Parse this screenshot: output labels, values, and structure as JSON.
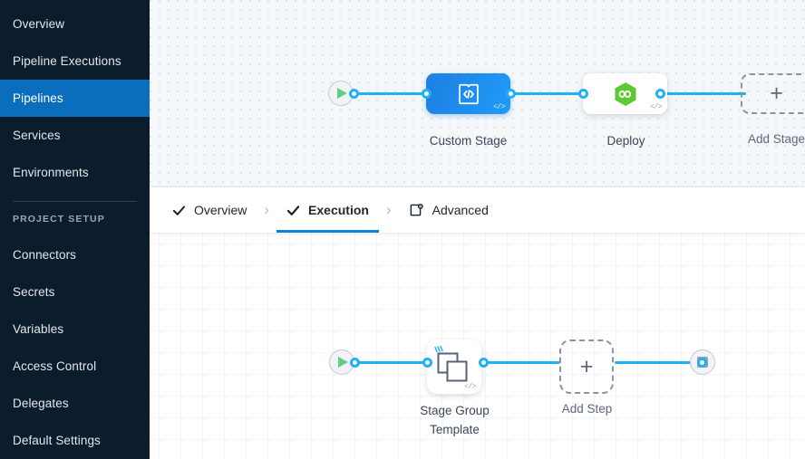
{
  "sidebar": {
    "items": [
      {
        "label": "Overview",
        "name": "overview",
        "active": false
      },
      {
        "label": "Pipeline Executions",
        "name": "pipeline-executions",
        "active": false
      },
      {
        "label": "Pipelines",
        "name": "pipelines",
        "active": true
      },
      {
        "label": "Services",
        "name": "services",
        "active": false
      },
      {
        "label": "Environments",
        "name": "environments",
        "active": false
      }
    ],
    "section_label": "PROJECT SETUP",
    "setup_items": [
      {
        "label": "Connectors",
        "name": "connectors"
      },
      {
        "label": "Secrets",
        "name": "secrets"
      },
      {
        "label": "Variables",
        "name": "variables"
      },
      {
        "label": "Access Control",
        "name": "access-control"
      },
      {
        "label": "Delegates",
        "name": "delegates"
      },
      {
        "label": "Default Settings",
        "name": "default-settings"
      }
    ],
    "active_color": "#0a6ebd",
    "background_color": "#0b1c2d"
  },
  "tabs": {
    "items": [
      {
        "label": "Overview",
        "icon": "check-icon",
        "active": false
      },
      {
        "label": "Execution",
        "icon": "check-icon",
        "active": true
      },
      {
        "label": "Advanced",
        "icon": "advanced-gear-icon",
        "active": false
      }
    ],
    "separator": "›",
    "active_underline_color": "#0a85d9"
  },
  "stage_canvas": {
    "start_node": "start-play-icon",
    "end_node": "end-stop-icon",
    "nodes": [
      {
        "label": "Custom Stage",
        "icon": "custom-stage-code-icon",
        "type": "stage",
        "badge": "</>"
      },
      {
        "label": "Deploy",
        "icon": "deploy-hexagon-icon",
        "type": "stage",
        "badge": "</>"
      },
      {
        "label": "Add Stage",
        "icon": "plus-icon",
        "type": "add",
        "badge": ""
      }
    ]
  },
  "step_canvas": {
    "start_node": "start-play-icon",
    "end_node": "end-stop-icon",
    "nodes": [
      {
        "label": "Stage Group\nTemplate",
        "icon": "stage-group-template-icon",
        "type": "step",
        "badge": "</>"
      },
      {
        "label": "Add Step",
        "icon": "plus-icon",
        "type": "add",
        "badge": ""
      }
    ]
  },
  "colors": {
    "edge": "#21b0f5",
    "stage_blue": "#1f8ced",
    "deploy_green": "#5cc832",
    "play_green": "#5fcf80"
  },
  "glyphs": {
    "plus": "+"
  }
}
